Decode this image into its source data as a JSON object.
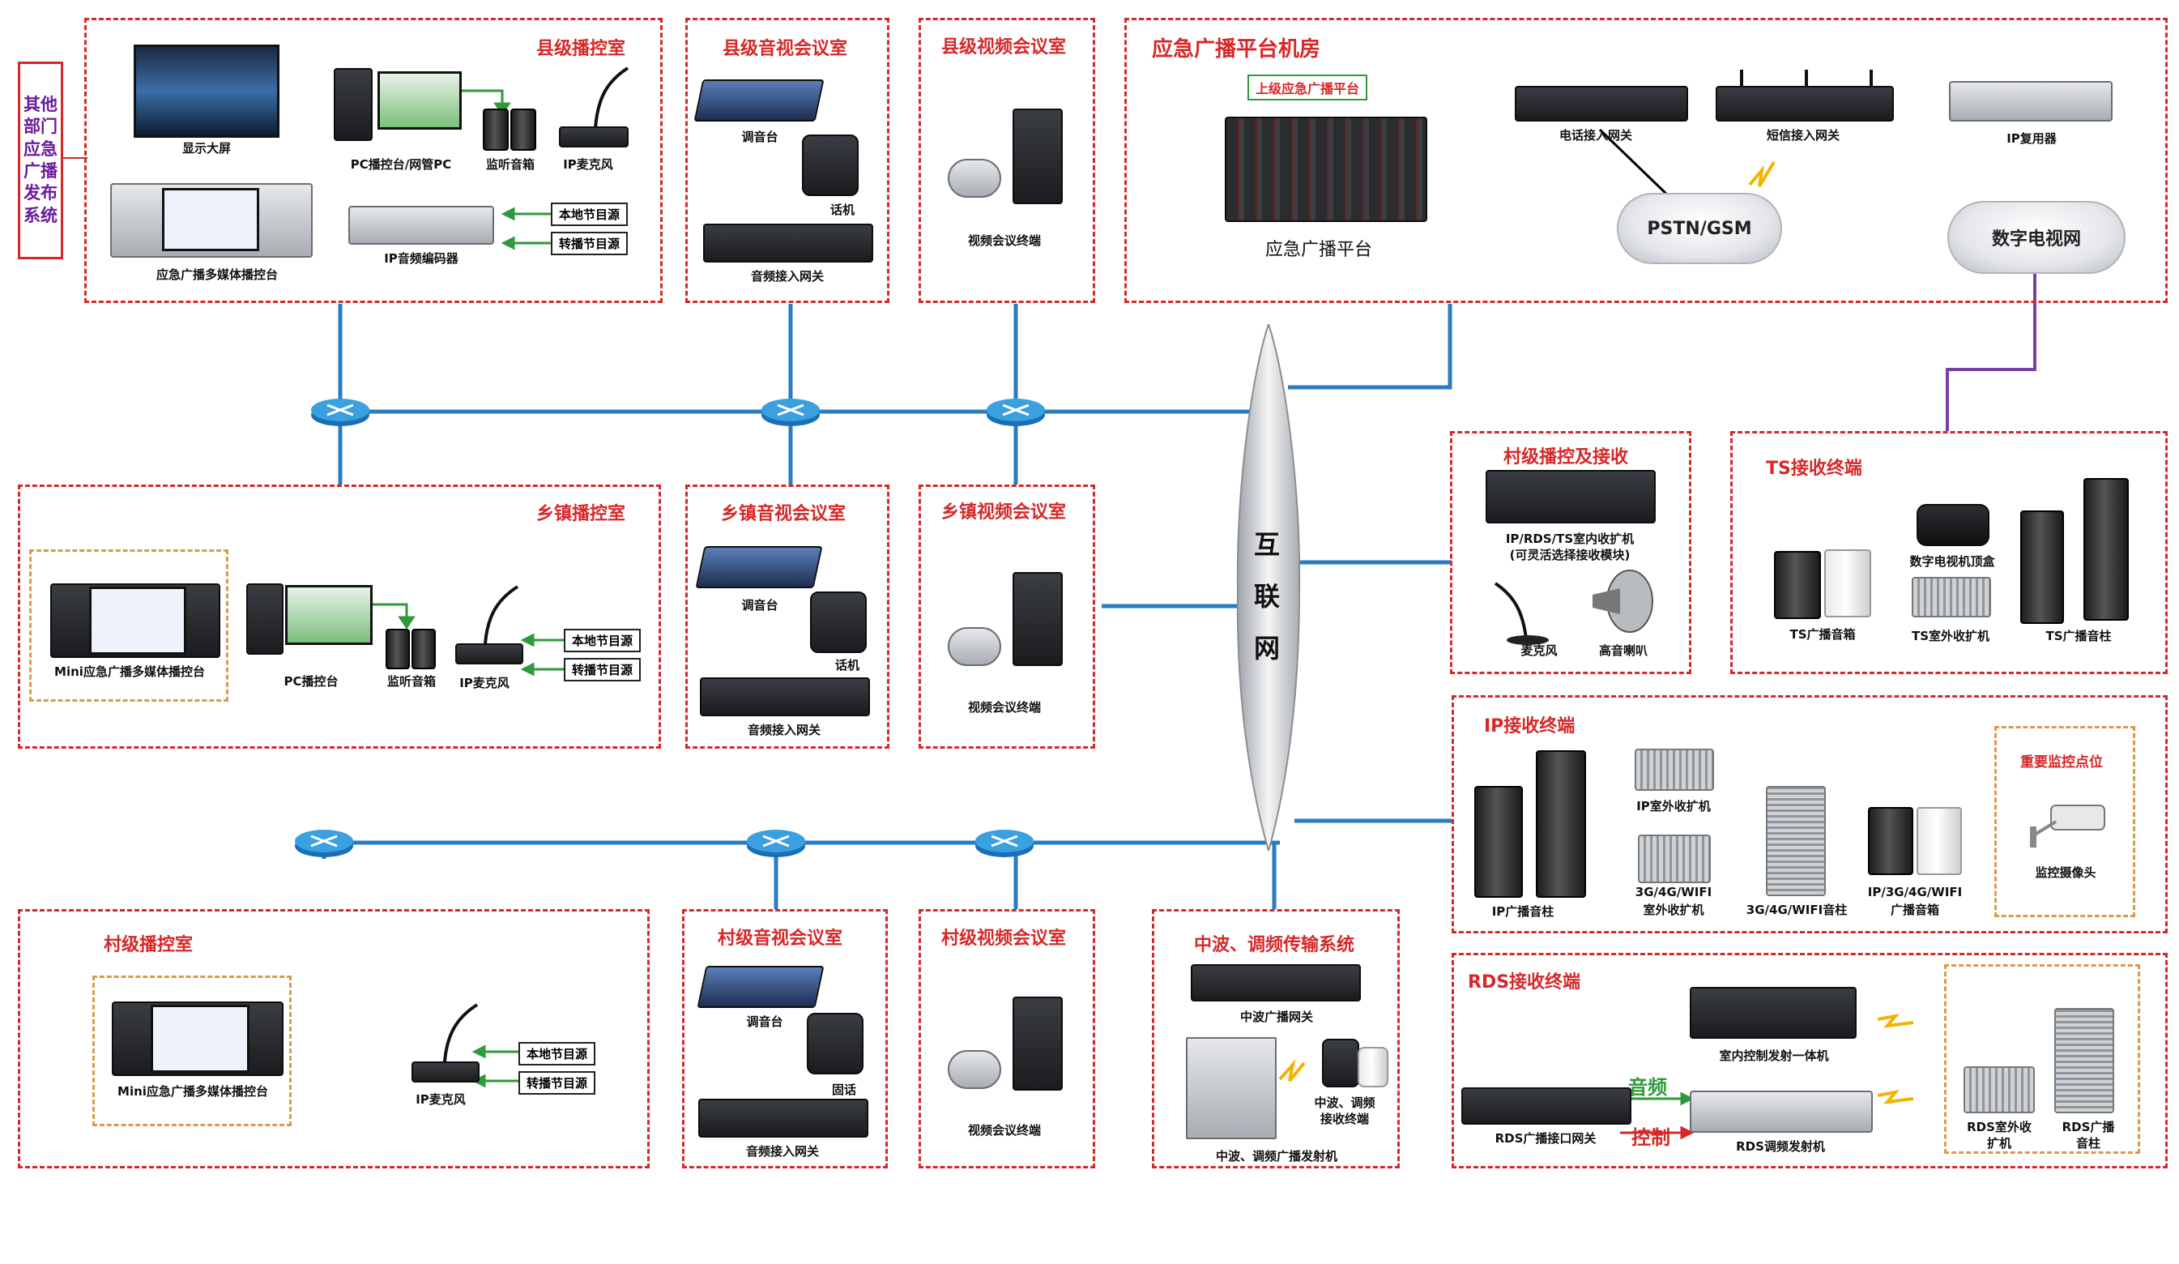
{
  "side_label": "其他部门应急广播发布系统",
  "internet": {
    "chars": [
      "互",
      "联",
      "网"
    ]
  },
  "county_room": {
    "title": "县级播控室",
    "display_wall": "显示大屏",
    "pc": "PC播控台/网管PC",
    "monitor_speaker": "监听音箱",
    "ip_mic": "IP麦克风",
    "console": "应急广播多媒体播控台",
    "encoder": "IP音频编码器",
    "local_source": "本地节目源",
    "relay_source": "转播节目源"
  },
  "county_av": {
    "title": "县级音视会议室",
    "mixer": "调音台",
    "phone": "话机",
    "gateway": "音频接入网关"
  },
  "county_video": {
    "title": "县级视频会议室",
    "terminal": "视频会议终端"
  },
  "platform_room": {
    "title": "应急广播平台机房",
    "upper_platform": "上级应急广播平台",
    "platform": "应急广播平台",
    "phone_gateway": "电话接入网关",
    "sms_gateway": "短信接入网关",
    "ip_mux": "IP复用器",
    "pstn": "PSTN/GSM",
    "dtv": "数字电视网"
  },
  "town_room": {
    "title": "乡镇播控室",
    "mini_console": "Mini应急广播多媒体播控台",
    "pc": "PC播控台",
    "monitor_speaker": "监听音箱",
    "ip_mic": "IP麦克风",
    "local_source": "本地节目源",
    "relay_source": "转播节目源"
  },
  "town_av": {
    "title": "乡镇音视会议室",
    "mixer": "调音台",
    "phone": "话机",
    "gateway": "音频接入网关"
  },
  "town_video": {
    "title": "乡镇视频会议室",
    "terminal": "视频会议终端"
  },
  "village_recv": {
    "title": "村级播控及接收",
    "expander_line1": "IP/RDS/TS室内收扩机",
    "expander_line2": "(可灵活选择接收模块)",
    "mic": "麦克风",
    "horn": "高音喇叭"
  },
  "ts_terminal": {
    "title": "TS接收终端",
    "stb": "数字电视机顶盒",
    "ts_speaker": "TS广播音箱",
    "ts_outdoor": "TS室外收扩机",
    "ts_column": "TS广播音柱"
  },
  "ip_terminal": {
    "title": "IP接收终端",
    "ip_column": "IP广播音柱",
    "ip_outdoor": "IP室外收扩机",
    "g4_outdoor_line1": "3G/4G/WIFI",
    "g4_outdoor_line2": "室外收扩机",
    "g4_column": "3G/4G/WIFI音柱",
    "g4_speaker_line1": "IP/3G/4G/WIFI",
    "g4_speaker_line2": "广播音箱",
    "monitor_box_title": "重要监控点位",
    "camera": "监控摄像头"
  },
  "village_room": {
    "title": "村级播控室",
    "mini_console": "Mini应急广播多媒体播控台",
    "ip_mic": "IP麦克风",
    "local_source": "本地节目源",
    "relay_source": "转播节目源"
  },
  "village_av": {
    "title": "村级音视会议室",
    "mixer": "调音台",
    "phone": "固话",
    "gateway": "音频接入网关"
  },
  "village_video": {
    "title": "村级视频会议室",
    "terminal": "视频会议终端"
  },
  "mw_fm": {
    "title": "中波、调频传输系统",
    "gateway": "中波广播网关",
    "receiver_line1": "中波、调频",
    "receiver_line2": "接收终端",
    "transmitter": "中波、调频广播发射机"
  },
  "rds_terminal": {
    "title": "RDS接收终端",
    "indoor_tx": "室内控制发射一体机",
    "gateway": "RDS广播接口网关",
    "fm_tx": "RDS调频发射机",
    "audio_tag": "音频",
    "control_tag": "控制",
    "outdoor_line1": "RDS室外收",
    "outdoor_line2": "扩机",
    "column_line1": "RDS广播",
    "column_line2": "音柱"
  }
}
